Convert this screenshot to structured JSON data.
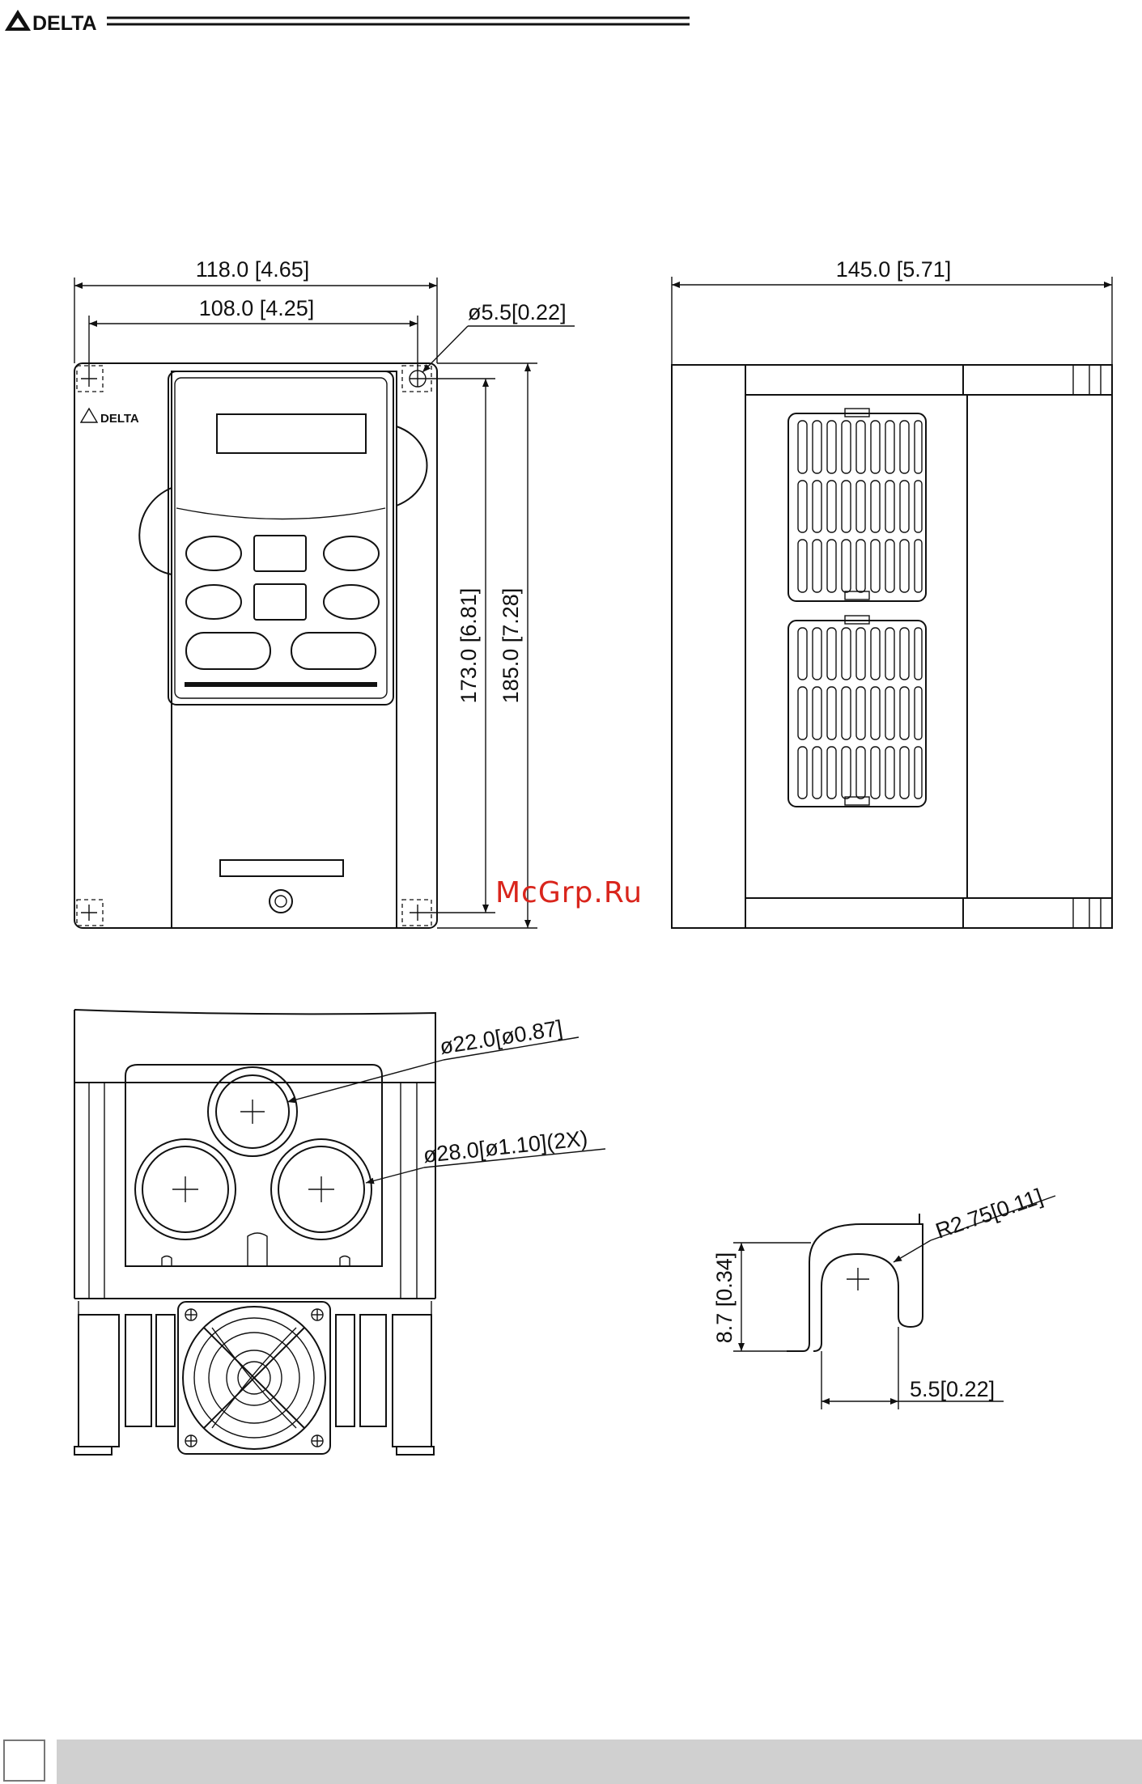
{
  "header": {
    "brand": "DELTA"
  },
  "front_view": {
    "logo": "DELTA",
    "dim_width_outer": "118.0 [4.65]",
    "dim_width_mount": "108.0 [4.25]",
    "dim_hole": "ø5.5[0.22]",
    "dim_height_mount": "173.0 [6.81]",
    "dim_height_outer": "185.0 [7.28]"
  },
  "side_view": {
    "dim_depth": "145.0 [5.71]"
  },
  "bottom_view": {
    "dim_small_hole": "ø22.0[ø0.87]",
    "dim_large_holes": "ø28.0[ø1.10](2X)"
  },
  "slot_detail": {
    "dim_radius": "R2.75[0.11]",
    "dim_height": "8.7 [0.34]",
    "dim_width": "5.5[0.22]"
  },
  "watermark": "McGrp.Ru",
  "icons": [
    "delta-logo-icon",
    "keypad-icon",
    "cooling-fan-icon"
  ]
}
